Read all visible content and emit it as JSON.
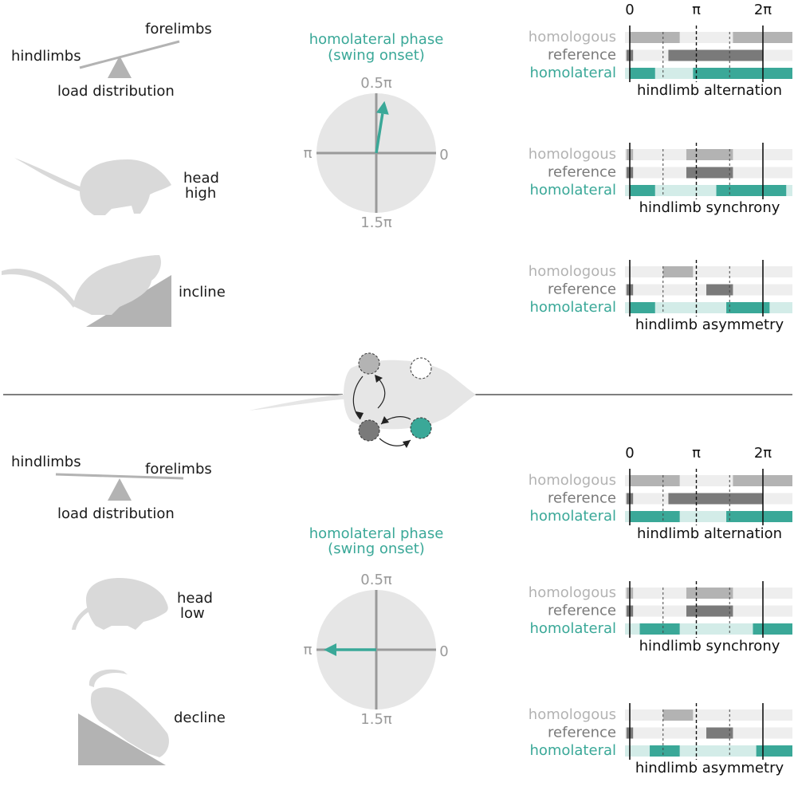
{
  "colors": {
    "teal": "#3aa898",
    "teal_light": "#d3ece8",
    "gray_light": "#b3b3b3",
    "gray_medium": "#7a7a7a",
    "bg_light": "#eeeeee",
    "silhouette": "#d9d9d9",
    "wedge": "#b3b3b3"
  },
  "top": {
    "seesaw": {
      "hindlimbs": "hindlimbs",
      "forelimbs": "forelimbs",
      "load": "load distribution"
    },
    "polar": {
      "title1": "homolateral phase",
      "title2": "(swing onset)",
      "top": "0.5π",
      "left": "π",
      "right": "0",
      "bottom": "1.5π",
      "phase_pi": 0.45
    },
    "postures": [
      {
        "line1": "head",
        "line2": "high"
      },
      {
        "line1": "incline",
        "line2": ""
      }
    ],
    "bars": {
      "ticks": [
        "0",
        "π",
        "2π"
      ],
      "panels": [
        {
          "caption": "hindlimb alternation",
          "labels": [
            "homologous",
            "reference",
            "homolateral"
          ],
          "rows": [
            [
              [
                0,
                0.75
              ],
              [
                1.55,
                2.55
              ]
            ],
            [
              [
                -0.05,
                0.05
              ],
              [
                0.58,
                2.0
              ]
            ],
            [
              [
                0,
                0.38
              ],
              [
                0.95,
                2.55
              ]
            ]
          ]
        },
        {
          "caption": "hindlimb synchrony",
          "labels": [
            "homologous",
            "reference",
            "homolateral"
          ],
          "rows": [
            [
              [
                -0.05,
                0.05
              ],
              [
                0.85,
                1.55
              ]
            ],
            [
              [
                -0.05,
                0.05
              ],
              [
                0.85,
                1.55
              ]
            ],
            [
              [
                0,
                0.38
              ],
              [
                1.3,
                2.35
              ]
            ]
          ]
        },
        {
          "caption": "hindlimb asymmetry",
          "labels": [
            "homologous",
            "reference",
            "homolateral"
          ],
          "rows": [
            [
              [
                0.5,
                0.95
              ]
            ],
            [
              [
                -0.05,
                0.05
              ],
              [
                1.15,
                1.55
              ]
            ],
            [
              [
                0,
                0.38
              ],
              [
                1.45,
                2.1
              ]
            ]
          ]
        }
      ]
    }
  },
  "bottom": {
    "seesaw": {
      "hindlimbs": "hindlimbs",
      "forelimbs": "forelimbs",
      "load": "load distribution"
    },
    "polar": {
      "title1": "homolateral phase",
      "title2": "(swing onset)",
      "top": "0.5π",
      "left": "π",
      "right": "0",
      "bottom": "1.5π",
      "phase_pi": 1.0
    },
    "postures": [
      {
        "line1": "head",
        "line2": "low"
      },
      {
        "line1": "decline",
        "line2": ""
      }
    ],
    "bars": {
      "ticks": [
        "0",
        "π",
        "2π"
      ],
      "panels": [
        {
          "caption": "hindlimb alternation",
          "labels": [
            "homologous",
            "reference",
            "homolateral"
          ],
          "rows": [
            [
              [
                0,
                0.75
              ],
              [
                1.55,
                2.55
              ]
            ],
            [
              [
                -0.05,
                0.05
              ],
              [
                0.58,
                2.0
              ]
            ],
            [
              [
                0,
                0.75
              ],
              [
                1.45,
                2.55
              ]
            ]
          ]
        },
        {
          "caption": "hindlimb synchrony",
          "labels": [
            "homologous",
            "reference",
            "homolateral"
          ],
          "rows": [
            [
              [
                -0.05,
                0.05
              ],
              [
                0.85,
                1.55
              ]
            ],
            [
              [
                -0.05,
                0.05
              ],
              [
                0.85,
                1.55
              ]
            ],
            [
              [
                0.15,
                0.75
              ],
              [
                1.85,
                2.55
              ]
            ]
          ]
        },
        {
          "caption": "hindlimb asymmetry",
          "labels": [
            "homologous",
            "reference",
            "homolateral"
          ],
          "rows": [
            [
              [
                0.5,
                0.95
              ]
            ],
            [
              [
                -0.05,
                0.05
              ],
              [
                1.15,
                1.55
              ]
            ],
            [
              [
                0.3,
                0.75
              ],
              [
                1.9,
                2.55
              ]
            ]
          ]
        }
      ]
    }
  }
}
